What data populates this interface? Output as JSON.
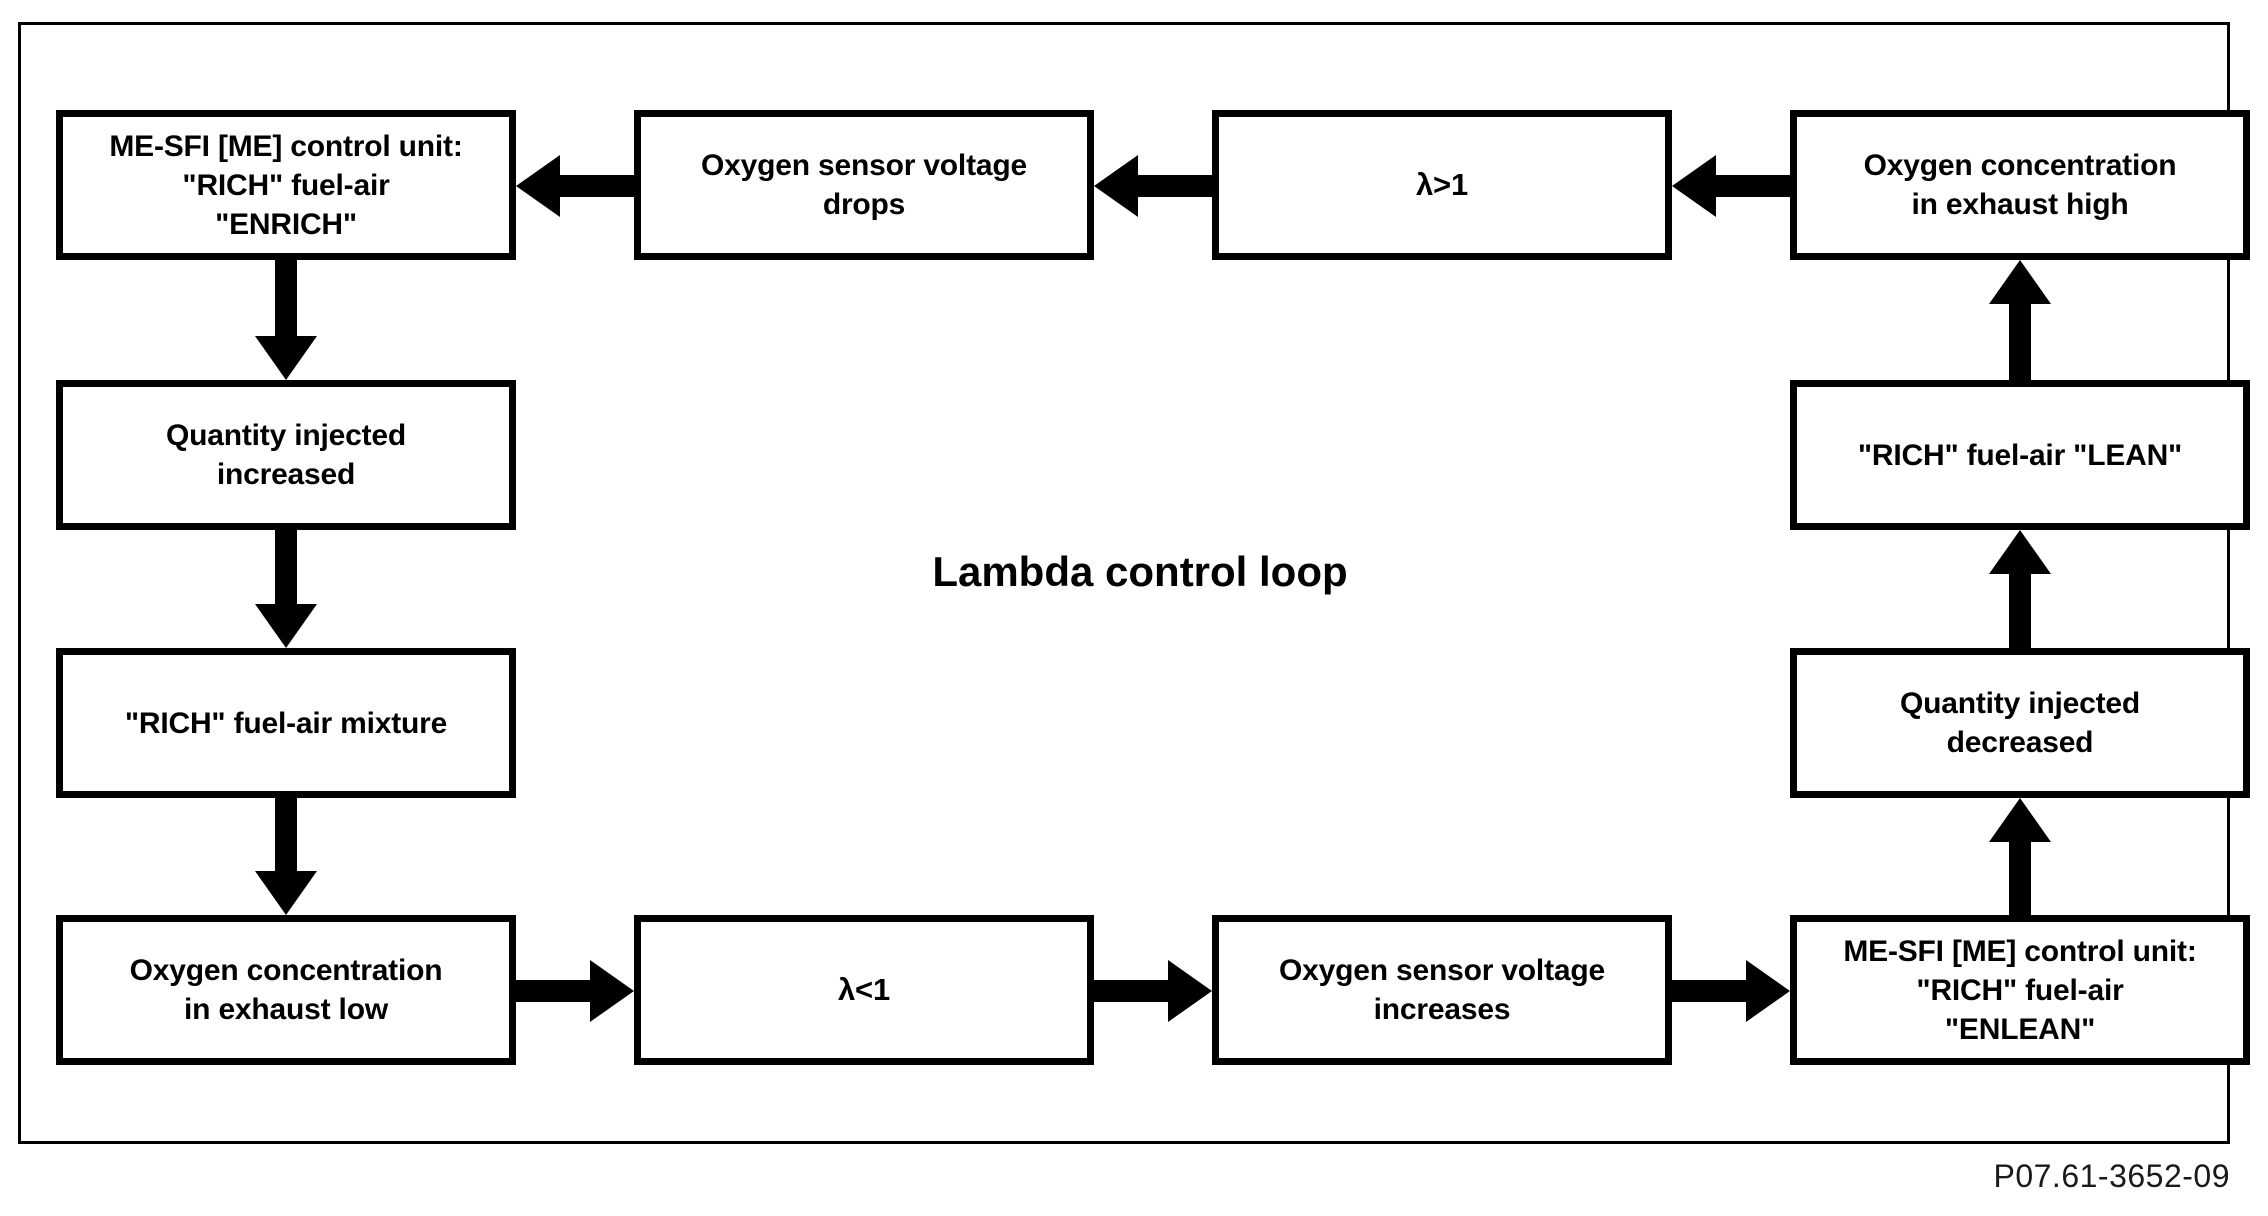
{
  "diagram": {
    "title": "Lambda control loop",
    "caption_code": "P07.61-3652-09",
    "colors": {
      "line": "#000000",
      "box_fill": "#ffffff",
      "background": "#ffffff",
      "text": "#000000"
    },
    "nodes": [
      {
        "id": "me-sfi-enrich",
        "label": "ME-SFI [ME] control unit:\n\"RICH\" fuel-air\n\"ENRICH\"",
        "position": "top-left"
      },
      {
        "id": "oxygen-sensor-voltage-drops",
        "label": "Oxygen sensor voltage\ndrops",
        "position": "top-center-left"
      },
      {
        "id": "lambda-greater-than-one",
        "label": "λ>1",
        "position": "top-center-right"
      },
      {
        "id": "oxygen-concentration-exhaust-high",
        "label": "Oxygen concentration\nin exhaust high",
        "position": "top-right"
      },
      {
        "id": "quantity-injected-increased",
        "label": "Quantity injected\nincreased",
        "position": "left-upper"
      },
      {
        "id": "rich-fuel-air-mixture",
        "label": "\"RICH\" fuel-air mixture",
        "position": "left-lower"
      },
      {
        "id": "oxygen-concentration-exhaust-low",
        "label": "Oxygen concentration\nin exhaust low",
        "position": "bottom-left"
      },
      {
        "id": "lambda-less-than-one",
        "label": "λ<1",
        "position": "bottom-center-left"
      },
      {
        "id": "oxygen-sensor-voltage-increases",
        "label": "Oxygen sensor voltage\nincreases",
        "position": "bottom-center-right"
      },
      {
        "id": "me-sfi-enlean",
        "label": "ME-SFI [ME] control unit:\n\"RICH\" fuel-air\n\"ENLEAN\"",
        "position": "bottom-right"
      },
      {
        "id": "rich-fuel-air-lean",
        "label": "\"RICH\" fuel-air \"LEAN\"",
        "position": "right-upper"
      },
      {
        "id": "quantity-injected-decreased",
        "label": "Quantity injected\ndecreased",
        "position": "right-lower"
      }
    ],
    "edges": [
      {
        "from": "oxygen-concentration-exhaust-high",
        "to": "lambda-greater-than-one",
        "direction": "left"
      },
      {
        "from": "lambda-greater-than-one",
        "to": "oxygen-sensor-voltage-drops",
        "direction": "left"
      },
      {
        "from": "oxygen-sensor-voltage-drops",
        "to": "me-sfi-enrich",
        "direction": "left"
      },
      {
        "from": "me-sfi-enrich",
        "to": "quantity-injected-increased",
        "direction": "down"
      },
      {
        "from": "quantity-injected-increased",
        "to": "rich-fuel-air-mixture",
        "direction": "down"
      },
      {
        "from": "rich-fuel-air-mixture",
        "to": "oxygen-concentration-exhaust-low",
        "direction": "down"
      },
      {
        "from": "oxygen-concentration-exhaust-low",
        "to": "lambda-less-than-one",
        "direction": "right"
      },
      {
        "from": "lambda-less-than-one",
        "to": "oxygen-sensor-voltage-increases",
        "direction": "right"
      },
      {
        "from": "oxygen-sensor-voltage-increases",
        "to": "me-sfi-enlean",
        "direction": "right"
      },
      {
        "from": "me-sfi-enlean",
        "to": "quantity-injected-decreased",
        "direction": "up"
      },
      {
        "from": "quantity-injected-decreased",
        "to": "rich-fuel-air-lean",
        "direction": "up"
      },
      {
        "from": "rich-fuel-air-lean",
        "to": "oxygen-concentration-exhaust-high",
        "direction": "up"
      }
    ]
  }
}
